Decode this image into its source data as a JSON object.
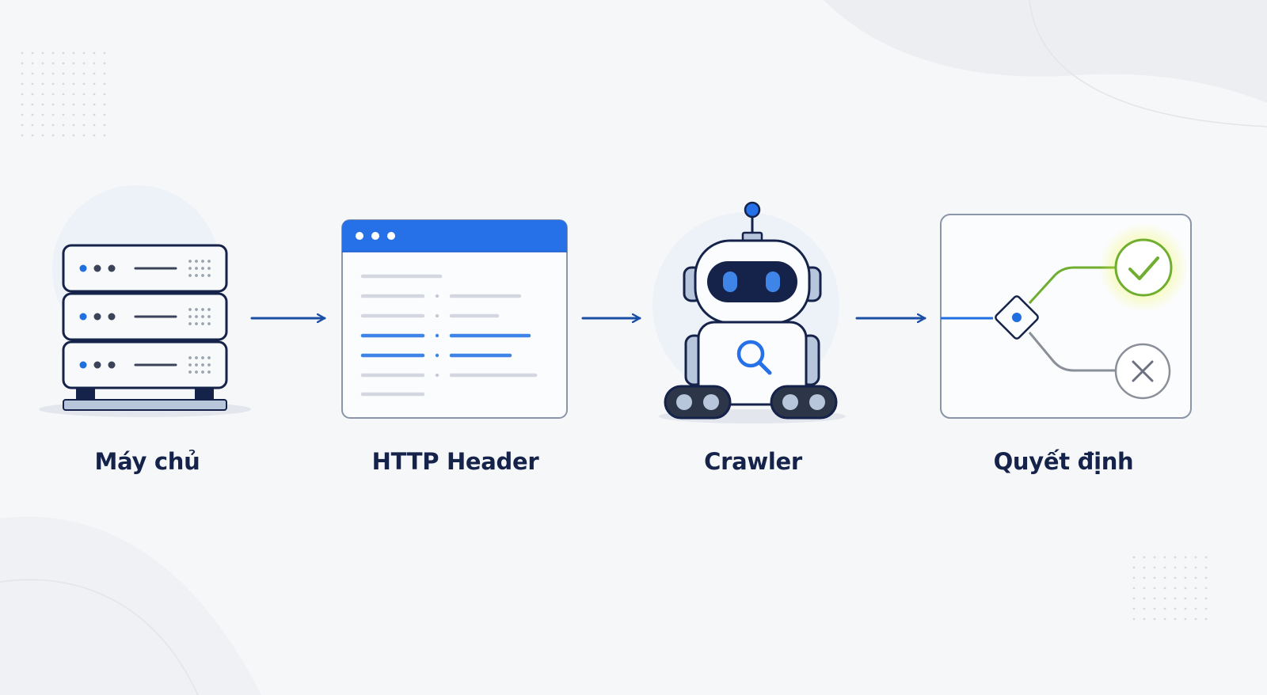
{
  "diagram": {
    "kind": "horizontal-flow",
    "colors": {
      "background": "#f6f7f9",
      "primary": "#1f6fe0",
      "navy": "#15234a",
      "arrow": "#1b4fa6",
      "success": "#6fae2e",
      "success_glow": "#e6f53a",
      "neutral": "#8a8f99"
    },
    "steps": [
      {
        "label": "Máy chủ",
        "icon": "server-rack-icon"
      },
      {
        "label": "HTTP Header",
        "icon": "browser-window-icon"
      },
      {
        "label": "Crawler",
        "icon": "robot-crawler-icon"
      },
      {
        "label": "Quyết định",
        "icon": "decision-branch-icon"
      }
    ],
    "connectors": [
      {
        "from": "Máy chủ",
        "to": "HTTP Header"
      },
      {
        "from": "HTTP Header",
        "to": "Crawler"
      },
      {
        "from": "Crawler",
        "to": "Quyết định"
      }
    ],
    "outcomes": [
      {
        "icon": "check-icon",
        "state": "accepted"
      },
      {
        "icon": "x-icon",
        "state": "rejected"
      }
    ]
  }
}
